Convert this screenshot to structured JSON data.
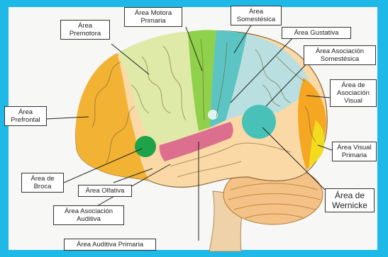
{
  "labels": {
    "premotora": "Área\nPremotora",
    "motora": "Área Motora\nPrimaria",
    "somestesica": "Área\nSomestésica",
    "gustativa": "Área Gustativa",
    "asoc_somestesica": "Área Asociación\nSomestésica",
    "asoc_visual": "Área de\nAsociación\nVisual",
    "prefrontal": "Área\nPrefrontal",
    "visual_primaria": "Área Visual\nPrimaria",
    "broca": "Área de\nBroca",
    "olfativa": "Área Olfativa",
    "wernicke": "Área de\nWernicke",
    "asoc_auditiva": "Área Asociación\nAuditiva",
    "auditiva_primaria": "Área Auditiva Primaria"
  },
  "colors": {
    "frame": "#1fb9e8",
    "prefrontal": "#f2b233",
    "premotora": "#dfe9a8",
    "motora": "#8fd14a",
    "somestesica": "#5cc4c2",
    "asoc_somestesica": "#b9dfe0",
    "asoc_visual": "#f5a623",
    "visual_primaria": "#f2dc1e",
    "broca": "#1fa34a",
    "auditiva": "#d65c8a",
    "temporal": "#fbd9a6",
    "wernicke": "#48c2b8",
    "cerebellum": "#f4c286"
  }
}
